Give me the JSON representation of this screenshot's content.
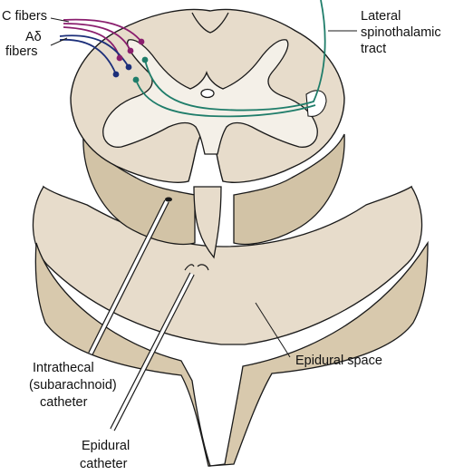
{
  "labels": {
    "c_fibers": "C fibers",
    "a_delta_line1": "Aδ",
    "a_delta_line2": "fibers",
    "lateral_line1": "Lateral",
    "lateral_line2": "spinothalamic",
    "lateral_line3": "tract",
    "intrathecal_line1": "Intrathecal",
    "intrathecal_line2": "(subarachnoid)",
    "intrathecal_line3": "catheter",
    "epidural_space": "Epidural space",
    "epidural_cath_line1": "Epidural",
    "epidural_cath_line2": "catheter"
  },
  "colors": {
    "cord_fill": "#e7dccb",
    "cord_side": "#d2c3a6",
    "gray_matter": "#f4f0e8",
    "outline": "#1a1a1a",
    "c_fiber": "#8a1e6e",
    "a_delta_fiber": "#1c2f7a",
    "tract": "#1f7d6a",
    "text": "#111111"
  }
}
